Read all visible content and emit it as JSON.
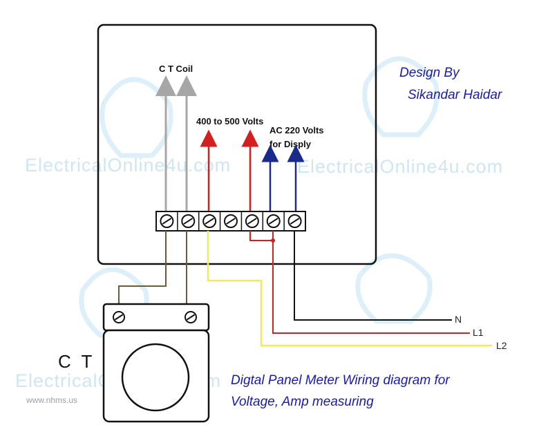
{
  "watermarks": {
    "left": "ElectricalOnline4u.com",
    "right": "ElectricalOnline4u.com",
    "bottom": "ElectricalOnline4u.com"
  },
  "credit": {
    "line1": "Design By",
    "line2": "Sikandar Haidar"
  },
  "labels": {
    "ct_coil": "C T Coil",
    "volts_400_500": "400 to 500 Volts",
    "ac_220_line1": "AC 220 Volts",
    "ac_220_line2": "for Disply",
    "ct": "C T",
    "n": "N",
    "l1": "L1",
    "l2": "L2",
    "site": "www.nhms.us"
  },
  "caption": {
    "line1": "Digtal Panel Meter Wiring diagram for",
    "line2": "Voltage, Amp measuring"
  },
  "colors": {
    "ct_coil_wire": "#a6a6a6",
    "voltage_wire": "#d21f1f",
    "display_wire": "#1a2a8c",
    "ct_secondary_wire": "#6b5b3a",
    "l2_wire": "#f2e85a",
    "l1_wire": "#d21f1f",
    "n_wire": "#111111"
  },
  "terminals": {
    "panel_count": 7,
    "ct_count": 2
  }
}
